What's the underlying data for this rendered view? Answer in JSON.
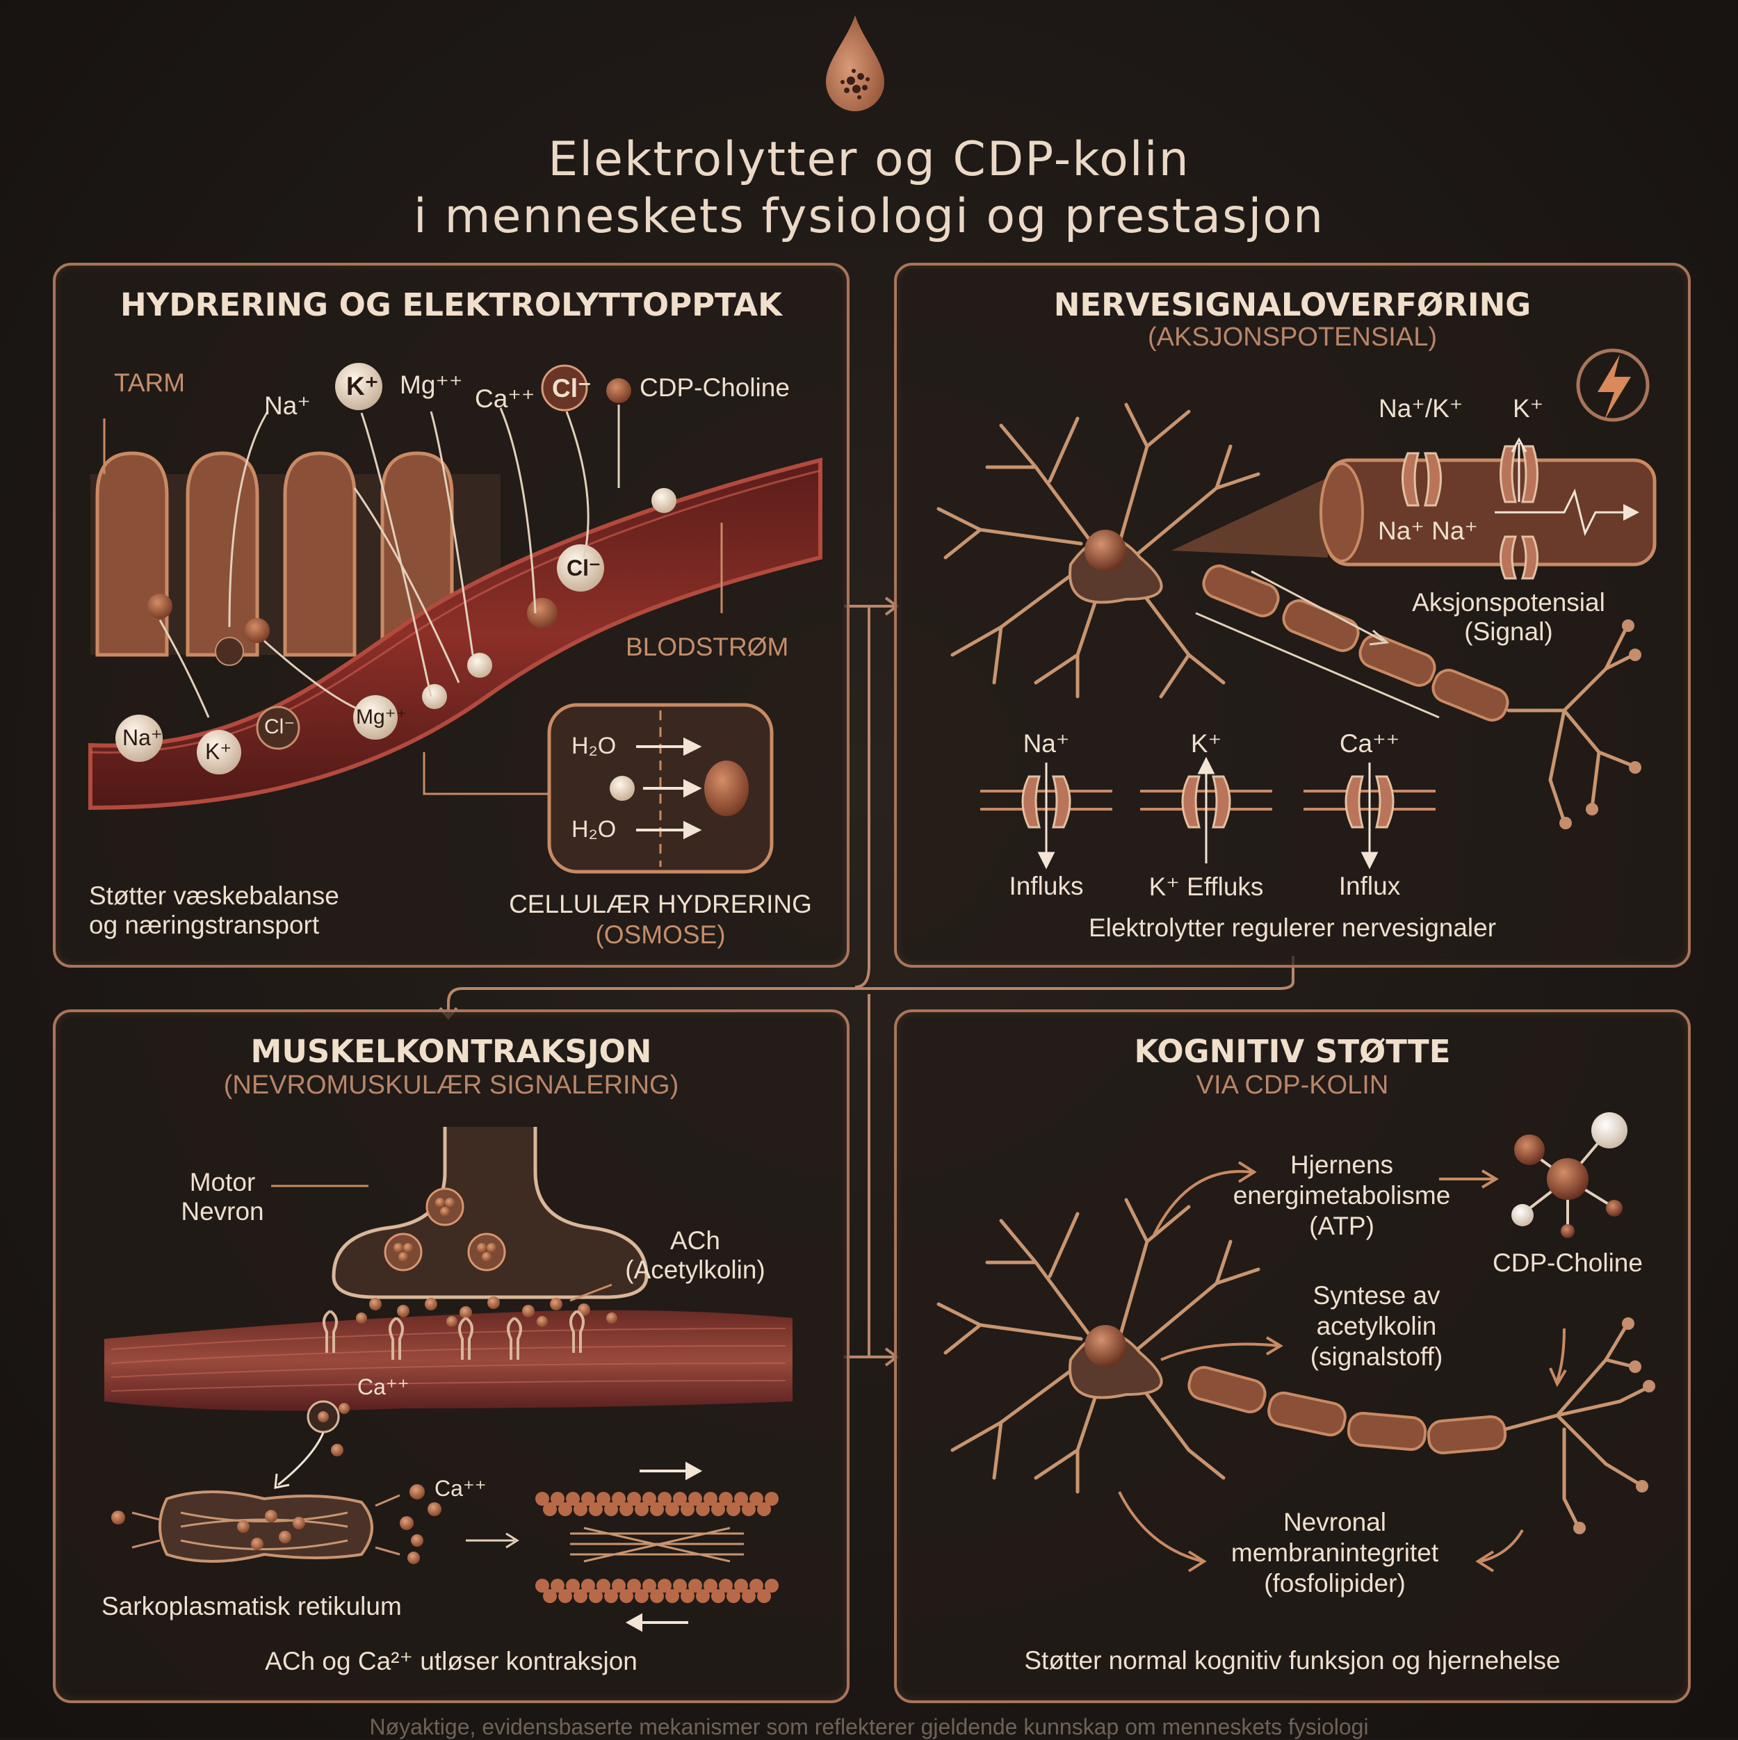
{
  "header": {
    "title_line1": "Elektrolytter og CDP-kolin",
    "title_line2": "i menneskets fysiologi og prestasjon"
  },
  "panel_hydration": {
    "title": "HYDRERING OG ELEKTROLYTTOPPTAK",
    "tarm": "TARM",
    "blood": "BLODSTRØM",
    "ions": {
      "na": "Na⁺",
      "k": "K⁺",
      "mg": "Mg⁺⁺",
      "ca": "Ca⁺⁺",
      "cl": "Cl⁻",
      "cdp": "CDP-Choline"
    },
    "h2o": "H₂O",
    "caption": "Støtter væskebalanse\nog næringstransport",
    "osmosis_title": "CELLULÆR HYDRERING",
    "osmosis_sub": "(OSMOSE)"
  },
  "panel_nerve": {
    "title": "NERVESIGNALOVERFØRING",
    "subtitle": "(AKSJONSPOTENSIAL)",
    "pump": "Na⁺/K⁺",
    "k": "K⁺",
    "na_na": "Na⁺ Na⁺",
    "ap_label": "Aksjonspotensial\n(Signal)",
    "channels": [
      {
        "ion": "Na⁺",
        "label": "Influks"
      },
      {
        "ion": "K⁺",
        "label": "K⁺ Effluks"
      },
      {
        "ion": "Ca⁺⁺",
        "label": "Influx"
      }
    ],
    "caption": "Elektrolytter regulerer nervesignaler"
  },
  "panel_muscle": {
    "title": "MUSKELKONTRAKSJON",
    "subtitle": "(NEVROMUSKULÆR SIGNALERING)",
    "motor": "Motor\nNevron",
    "ach": "ACh\n(Acetylkolin)",
    "ca": "Ca⁺⁺",
    "sr": "Sarkoplasmatisk retikulum",
    "caption": "ACh og Ca²⁺ utløser kontraksjon"
  },
  "panel_cognitive": {
    "title": "KOGNITIV STØTTE",
    "subtitle": "VIA CDP-KOLIN",
    "energy": "Hjernens\nenergimetabolisme\n(ATP)",
    "cdp": "CDP-Choline",
    "synth": "Syntese av\nacetylkolin\n(signalstoff)",
    "membrane": "Nevronal\nmembranintegritet\n(fosfolipider)",
    "caption": "Støtter normal kognitiv funksjon og hjernehelse"
  },
  "footer": "Nøyaktige, evidensbaserte mekanismer som reflekterer gjeldende kunnskap om menneskets fysiologi",
  "colors": {
    "accent": "#a9755a",
    "copper": "#b9866a",
    "blood": "#7a2a24",
    "text": "#ecdcc9",
    "background": "#1c1714"
  }
}
